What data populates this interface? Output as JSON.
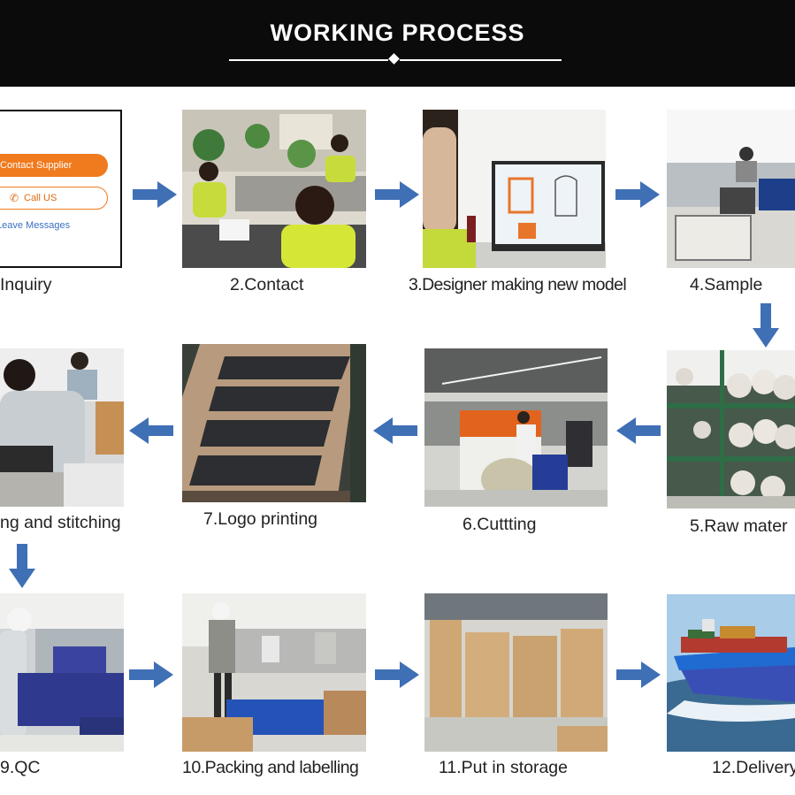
{
  "header": {
    "title": "WORKING PROCESS"
  },
  "inquiry_panel": {
    "contact_supplier": "Contact Supplier",
    "call_us": "Call US",
    "leave_messages": "Leave Messages"
  },
  "steps": [
    {
      "label": "Inquiry"
    },
    {
      "label": "2.Contact"
    },
    {
      "label": "3.Designer making new model"
    },
    {
      "label": "4.Sample"
    },
    {
      "label": "5.Raw mater"
    },
    {
      "label": "6.Cuttting"
    },
    {
      "label": "7.Logo printing"
    },
    {
      "label": "ng and stitching"
    },
    {
      "label": "9.QC"
    },
    {
      "label": "10.Packing and labelling"
    },
    {
      "label": "11.Put in storage"
    },
    {
      "label": "12.Delivery"
    }
  ],
  "colors": {
    "header_bg": "#0b0b0b",
    "arrow": "#3f6fb5",
    "accent_orange": "#f07a1e",
    "link_blue": "#3a6fc4"
  }
}
